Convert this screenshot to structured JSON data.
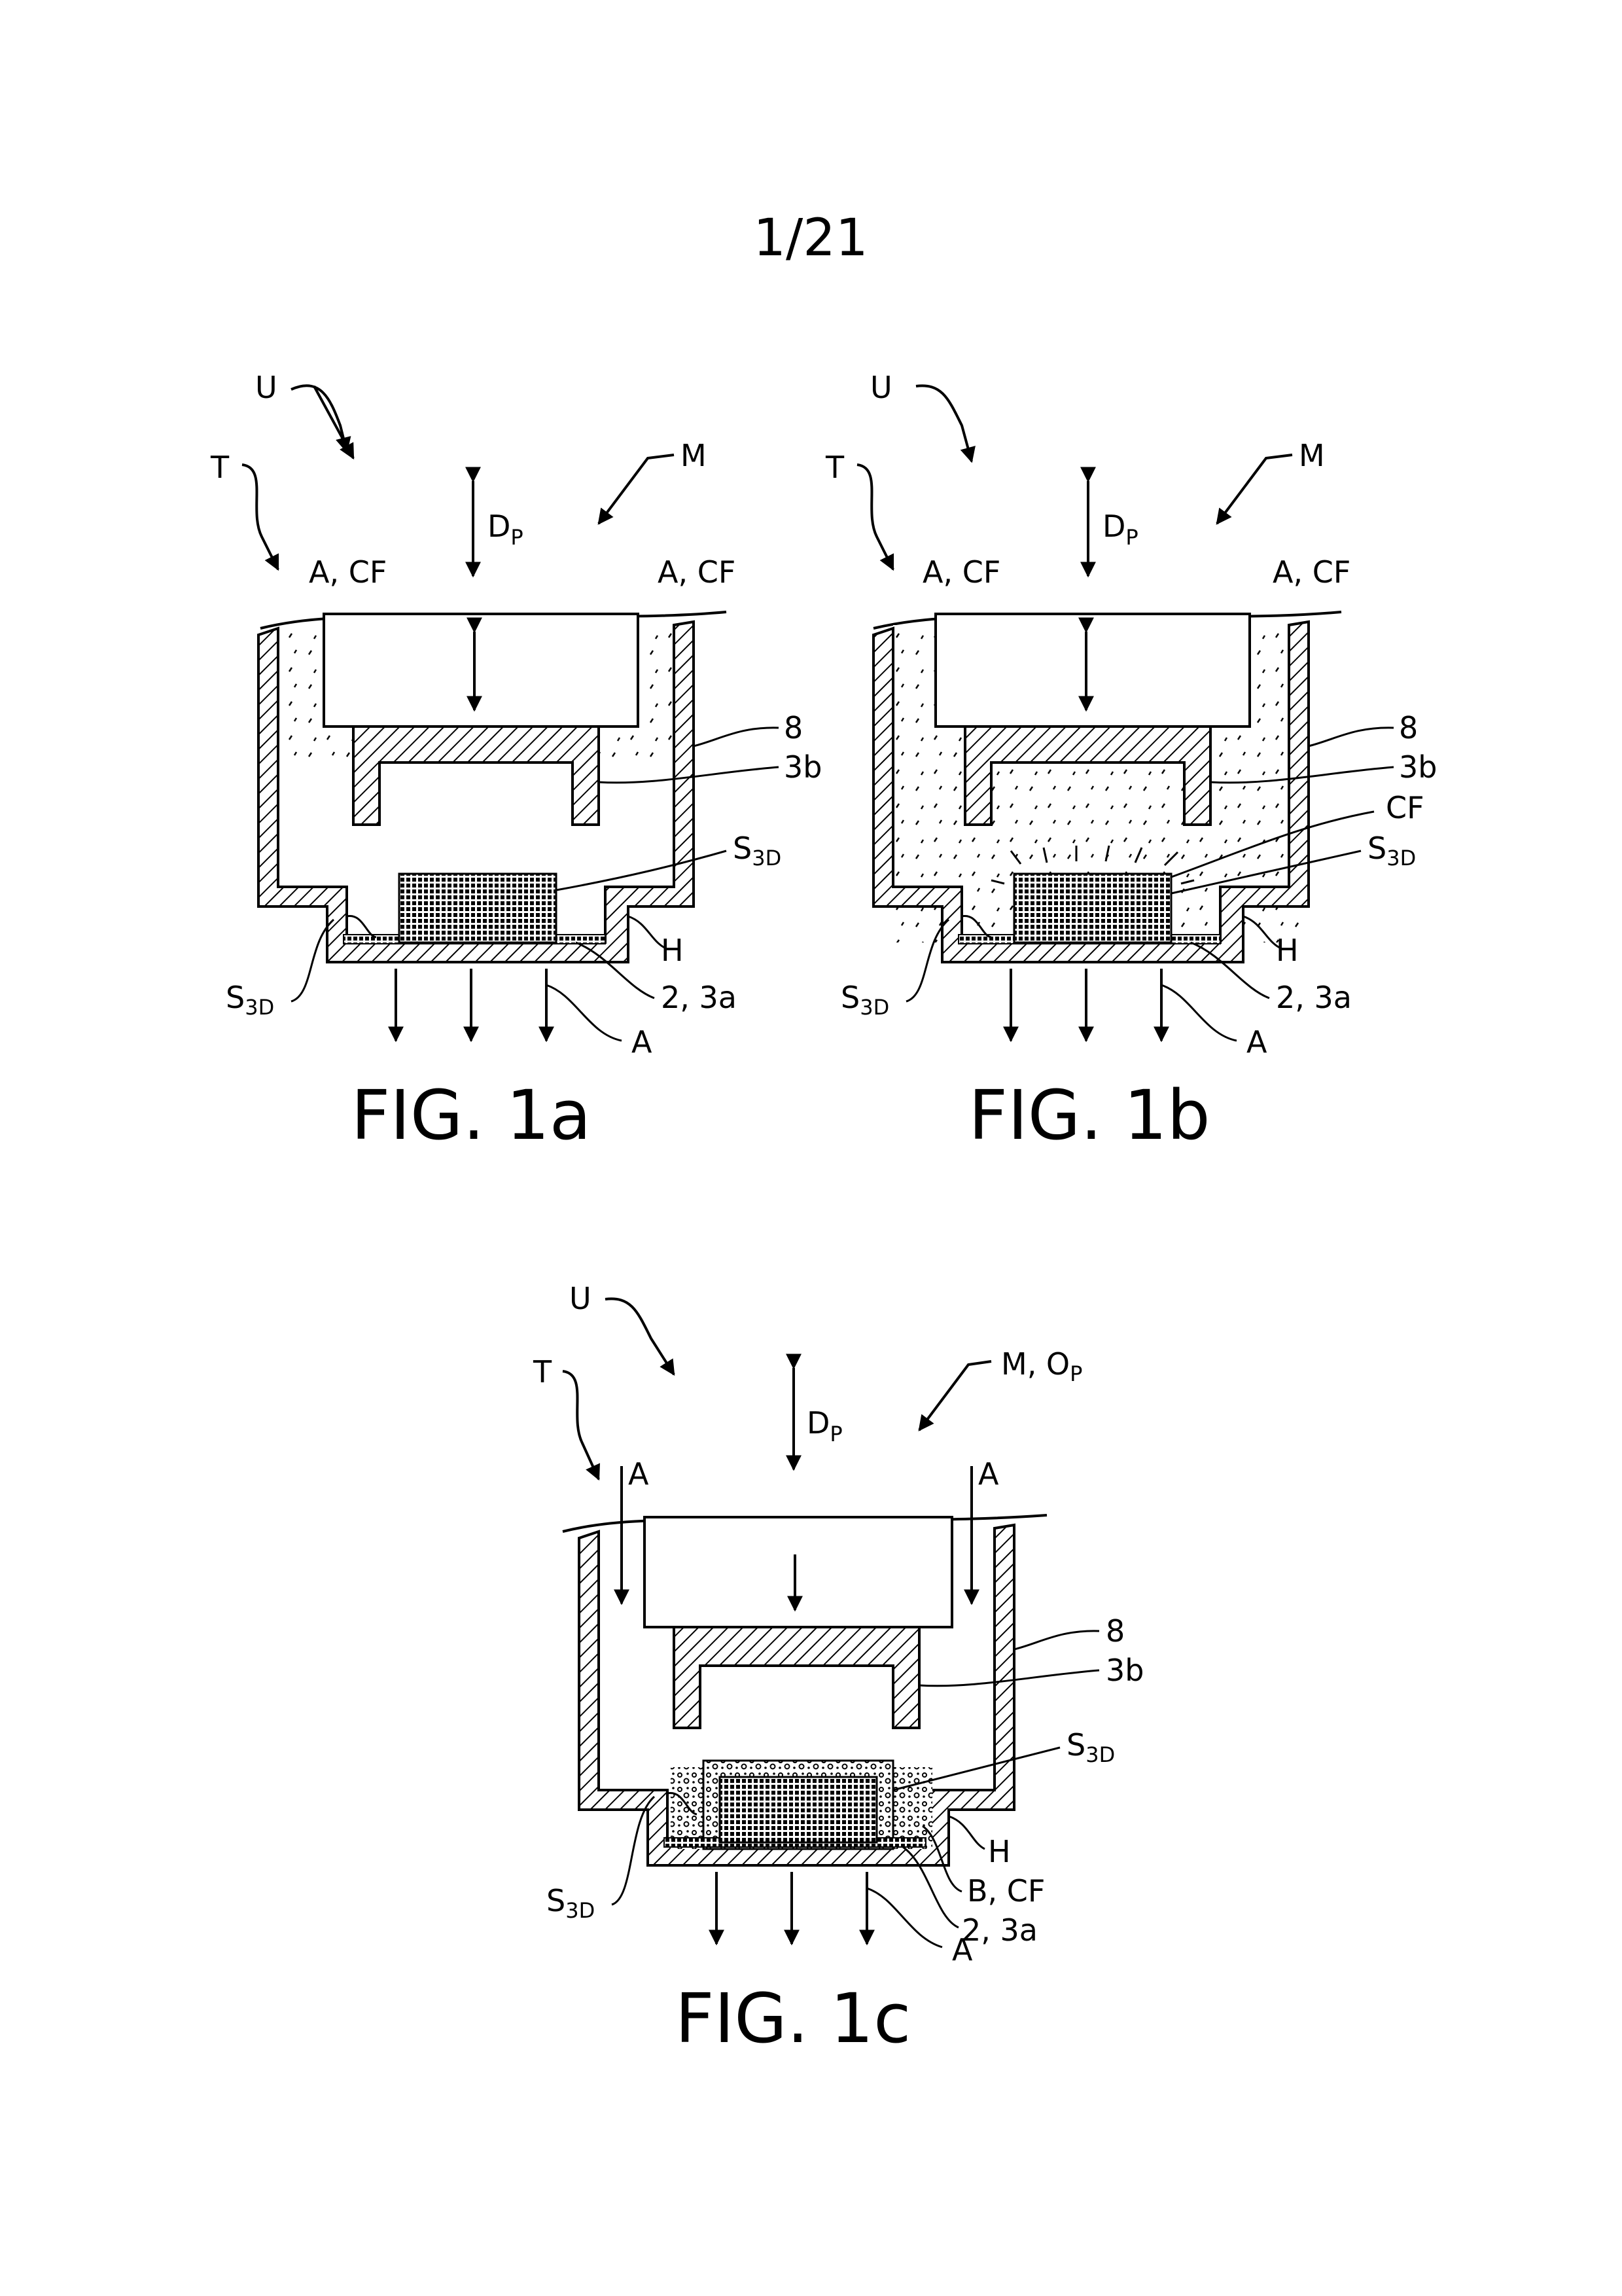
{
  "page_number": "1/21",
  "figures": [
    {
      "id": "fig-1a",
      "caption": "FIG. 1a",
      "labels": {
        "U": "U",
        "T": "T",
        "M": "M",
        "D": "D",
        "D_sub": "P",
        "flow_left": "A, CF",
        "flow_right": "A, CF",
        "ref_8": "8",
        "ref_3b": "3b",
        "S_right": "S",
        "S_right_sub": "3D",
        "H": "H",
        "S_left": "S",
        "S_left_sub": "3D",
        "ref_2_3a": "2, 3a",
        "out_A": "A"
      }
    },
    {
      "id": "fig-1b",
      "caption": "FIG. 1b",
      "labels": {
        "U": "U",
        "T": "T",
        "M": "M",
        "D": "D",
        "D_sub": "P",
        "flow_left": "A, CF",
        "flow_right": "A, CF",
        "ref_8": "8",
        "ref_3b": "3b",
        "ref_CF": "CF",
        "S_right": "S",
        "S_right_sub": "3D",
        "H": "H",
        "S_left": "S",
        "S_left_sub": "3D",
        "ref_2_3a": "2, 3a",
        "out_A": "A"
      }
    },
    {
      "id": "fig-1c",
      "caption": "FIG. 1c",
      "labels": {
        "U": "U",
        "T": "T",
        "M": "M, O",
        "M_sub": "P",
        "D": "D",
        "D_sub": "P",
        "flow_left": "A",
        "flow_right": "A",
        "ref_8": "8",
        "ref_3b": "3b",
        "S_right": "S",
        "S_right_sub": "3D",
        "H": "H",
        "ref_B_CF": "B, CF",
        "S_left": "S",
        "S_left_sub": "3D",
        "ref_2_3a": "2, 3a",
        "out_A": "A"
      }
    }
  ]
}
